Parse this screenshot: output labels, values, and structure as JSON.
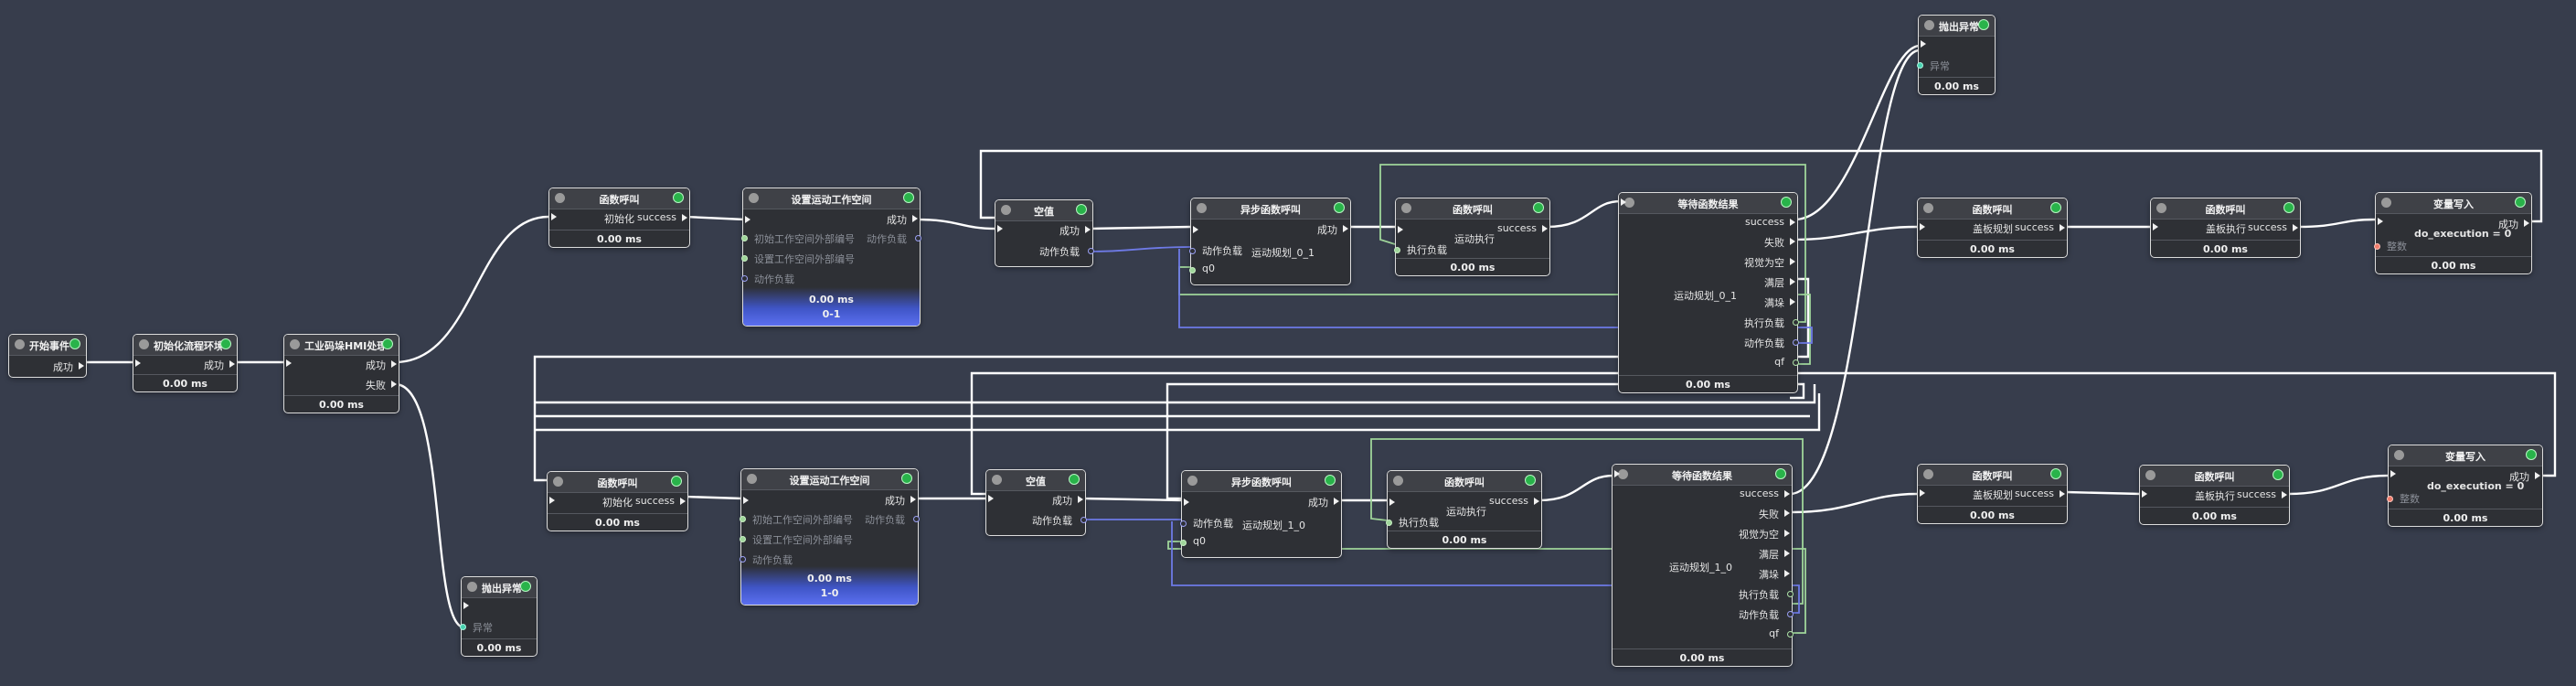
{
  "colors": {
    "background": "#373d4c",
    "exec_wire": "#ffffff",
    "data_wire_green": "#9fd59a",
    "data_wire_blue": "#6e7ae6",
    "status_ok": "#29b34a",
    "progress_gradient": "#5b6ff0"
  },
  "icons": {
    "status": "status-ok-icon",
    "node": "node-dot-icon"
  },
  "nodes": {
    "start": {
      "title": "开始事件",
      "out": "成功"
    },
    "init_env": {
      "title": "初始化流程环境",
      "out": "成功",
      "time": "0.00 ms"
    },
    "hmi": {
      "title": "工业码垛HMI处理",
      "out_success": "成功",
      "out_fail": "失败",
      "time": "0.00 ms"
    },
    "throw_top": {
      "title": "抛出异常",
      "in": "异常",
      "time": "0.00 ms"
    },
    "throw_bottom": {
      "title": "抛出异常",
      "in": "异常",
      "time": "0.00 ms"
    },
    "fn_init_top": {
      "title": "函数呼叫",
      "fn": "初始化",
      "out": "success",
      "time": "0.00 ms"
    },
    "setws_top": {
      "title": "设置运动工作空间",
      "out": "成功",
      "out_payload": "动作负载",
      "in1": "初始工作空间外部编号",
      "in2": "设置工作空间外部编号",
      "in3": "动作负载",
      "time": "0.00 ms",
      "value": "0-1"
    },
    "null_top": {
      "title": "空值",
      "out": "成功",
      "out_payload": "动作负载"
    },
    "async_top": {
      "title": "异步函数呼叫",
      "out": "成功",
      "in_payload": "动作负载",
      "fn": "运动规划_0_1",
      "in_q": "q0"
    },
    "fn_exec_top": {
      "title": "函数呼叫",
      "out": "success",
      "in": "执行负载",
      "fn": "运动执行",
      "time": "0.00 ms"
    },
    "wait_top": {
      "title": "等待函数结果",
      "outs": [
        "success",
        "失败",
        "视觉为空",
        "满层",
        "满垛",
        "执行负载",
        "动作负载",
        "qf"
      ],
      "fn": "运动规划_0_1",
      "time": "0.00 ms"
    },
    "fn_plan_top": {
      "title": "函数呼叫",
      "fn": "盖板规划",
      "out": "success",
      "time": "0.00 ms"
    },
    "fn_run_top": {
      "title": "函数呼叫",
      "fn": "盖板执行",
      "out": "success",
      "time": "0.00 ms"
    },
    "var_top": {
      "title": "变量写入",
      "out": "成功",
      "in": "整数",
      "expr": "do_execution = 0",
      "time": "0.00 ms"
    },
    "fn_init_bot": {
      "title": "函数呼叫",
      "fn": "初始化",
      "out": "success",
      "time": "0.00 ms"
    },
    "setws_bot": {
      "title": "设置运动工作空间",
      "out": "成功",
      "out_payload": "动作负载",
      "in1": "初始工作空间外部编号",
      "in2": "设置工作空间外部编号",
      "in3": "动作负载",
      "time": "0.00 ms",
      "value": "1-0"
    },
    "null_bot": {
      "title": "空值",
      "out": "成功",
      "out_payload": "动作负载"
    },
    "async_bot": {
      "title": "异步函数呼叫",
      "out": "成功",
      "in_payload": "动作负载",
      "fn": "运动规划_1_0",
      "in_q": "q0"
    },
    "fn_exec_bot": {
      "title": "函数呼叫",
      "out": "success",
      "in": "执行负载",
      "fn": "运动执行",
      "time": "0.00 ms"
    },
    "wait_bot": {
      "title": "等待函数结果",
      "outs": [
        "success",
        "失败",
        "视觉为空",
        "满层",
        "满垛",
        "执行负载",
        "动作负载",
        "qf"
      ],
      "fn": "运动规划_1_0",
      "time": "0.00 ms"
    },
    "fn_plan_bot": {
      "title": "函数呼叫",
      "fn": "盖板规划",
      "out": "success",
      "time": "0.00 ms"
    },
    "fn_run_bot": {
      "title": "函数呼叫",
      "fn": "盖板执行",
      "out": "success",
      "time": "0.00 ms"
    },
    "var_bot": {
      "title": "变量写入",
      "out": "成功",
      "in": "整数",
      "expr": "do_execution = 0",
      "time": "0.00 ms"
    }
  }
}
